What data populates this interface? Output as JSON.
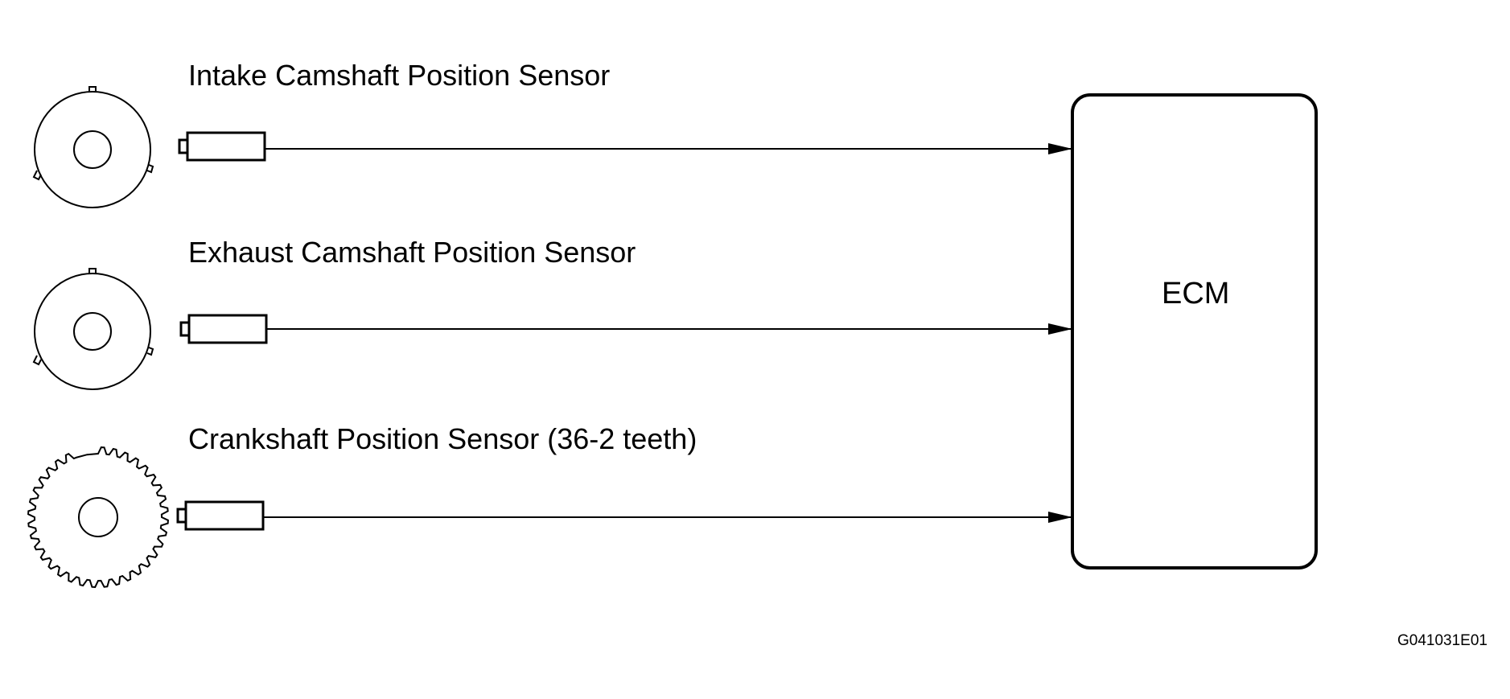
{
  "sensors": [
    {
      "label": "Intake Camshaft Position Sensor",
      "wheel": "camshaft-timing-rotor"
    },
    {
      "label": "Exhaust Camshaft Position Sensor",
      "wheel": "camshaft-timing-rotor"
    },
    {
      "label": "Crankshaft Position Sensor (36-2 teeth)",
      "wheel": "crankshaft-signal-plate",
      "teeth": 36,
      "missing_teeth": 2
    }
  ],
  "ecm": {
    "label": "ECM"
  },
  "figure_code": "G041031E01"
}
